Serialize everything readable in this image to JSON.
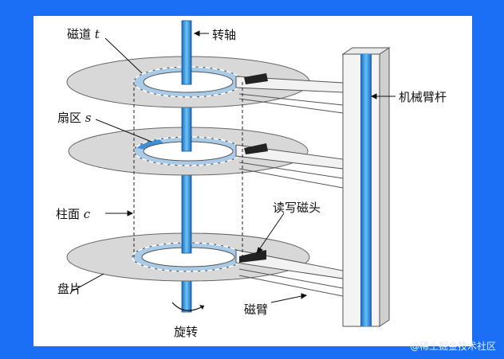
{
  "labels": {
    "track": "磁道",
    "track_var": "t",
    "spindle": "转轴",
    "sector": "扇区",
    "sector_var": "s",
    "arm_assembly": "机械臂杆",
    "cylinder": "柱面",
    "cylinder_var": "c",
    "rw_head": "读写磁头",
    "platter": "盘片",
    "arm": "磁臂",
    "rotation": "旋转"
  },
  "watermark": "@稀土掘金技术社区",
  "colors": {
    "background": "#1a6ff5",
    "platter": "#d6d6d6",
    "track_band": "#a9cbe8",
    "spindle": "#2f8fd8",
    "arm_bar": "#2f8fd8",
    "highlight_sector": "#3d8fd6"
  }
}
